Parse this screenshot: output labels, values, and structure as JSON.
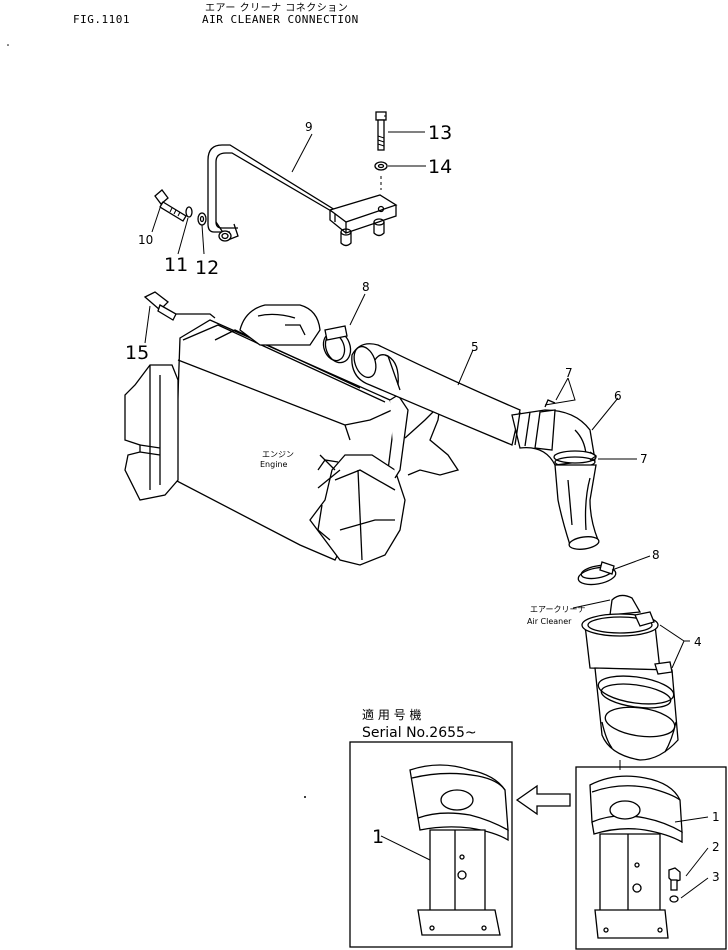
{
  "header": {
    "title_jp": "エアー クリーナ コネクション",
    "fig": "FIG.1101",
    "title": "AIR CLEANER CONNECTION"
  },
  "labels": {
    "engine_jp": "エンジン",
    "engine": "Engine",
    "air_cleaner_jp": "エアークリーナ",
    "air_cleaner": "Air Cleaner"
  },
  "serial": {
    "jp": "適 用 号 機",
    "text": "Serial  No.2655~"
  },
  "parts": {
    "p1_left": "1",
    "p1_right": "1",
    "p2": "2",
    "p3": "3",
    "p4": "4",
    "p5": "5",
    "p6": "6",
    "p7_top": "7",
    "p7_mid": "7",
    "p8_top": "8",
    "p8_low": "8",
    "p9": "9",
    "p10": "10",
    "p11": "11",
    "p12": "12",
    "p13": "13",
    "p14": "14",
    "p15": "15"
  }
}
